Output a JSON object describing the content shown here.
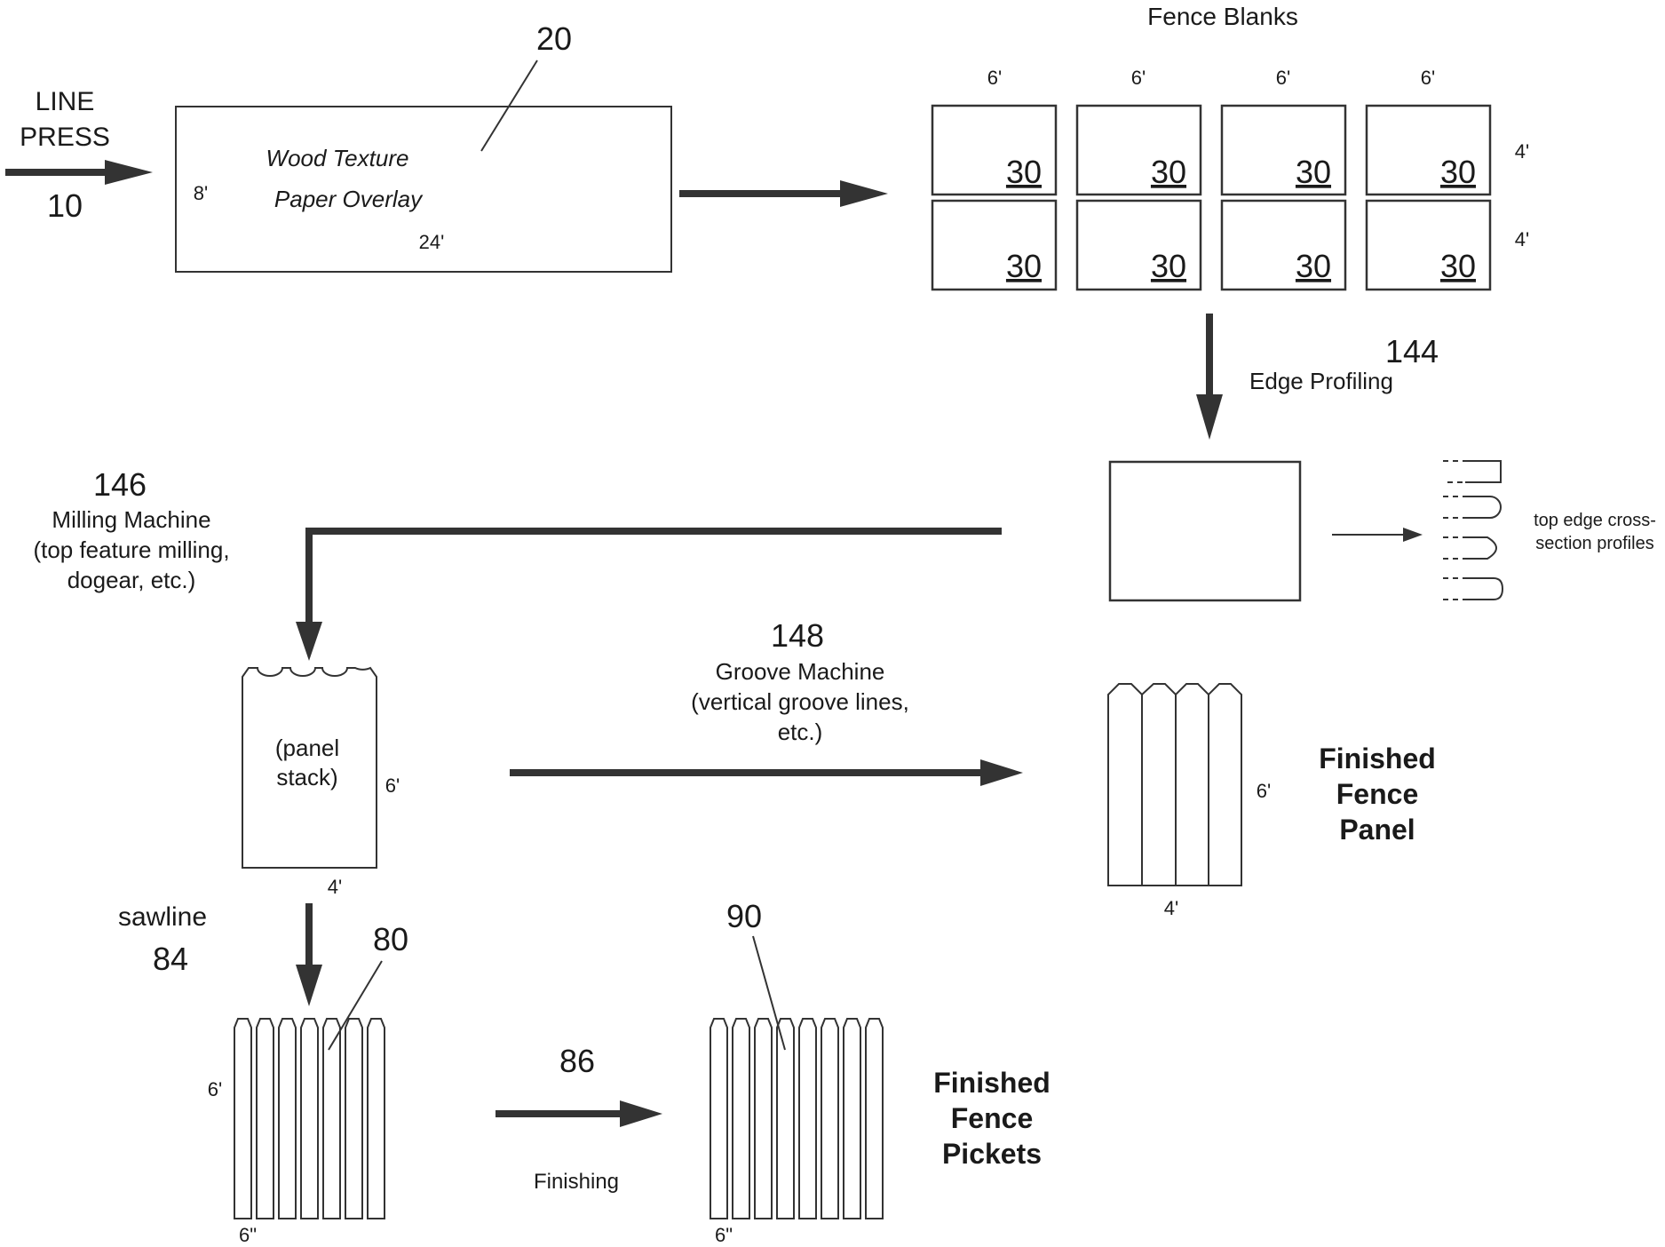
{
  "line_press": {
    "line1": "LINE",
    "line2": "PRESS",
    "ref": "10"
  },
  "overlay": {
    "ref": "20",
    "line1": "Wood Texture",
    "line2": "Paper Overlay",
    "height_label": "8'",
    "width_label": "24'"
  },
  "fence_blanks": {
    "title": "Fence Blanks",
    "col_widths": [
      "6'",
      "6'",
      "6'",
      "6'"
    ],
    "row_heights": [
      "4'",
      "4'"
    ],
    "ref": "30"
  },
  "edge_profiling": {
    "ref": "144",
    "label": "Edge Profiling"
  },
  "profiles": {
    "line1": "top edge cross-",
    "line2": "section profiles"
  },
  "milling": {
    "ref": "146",
    "line1": "Milling Machine",
    "line2": "(top feature milling,",
    "line3": "dogear, etc.)"
  },
  "groove": {
    "ref": "148",
    "line1": "Groove Machine",
    "line2": "(vertical groove lines,",
    "line3": "etc.)"
  },
  "panel_stack": {
    "line1": "(panel",
    "line2": "stack)",
    "height_label": "6'",
    "width_label": "4'"
  },
  "finished_panel": {
    "line1": "Finished",
    "line2": "Fence",
    "line3": "Panel",
    "height_label": "6'",
    "width_label": "4'"
  },
  "sawline": {
    "label": "sawline",
    "ref": "84"
  },
  "pickets_raw": {
    "ref": "80",
    "height_label": "6'",
    "width_label": "6\""
  },
  "finishing": {
    "ref": "86",
    "label": "Finishing"
  },
  "pickets_done": {
    "ref": "90",
    "width_label": "6\""
  },
  "finished_pickets": {
    "line1": "Finished",
    "line2": "Fence",
    "line3": "Pickets"
  }
}
